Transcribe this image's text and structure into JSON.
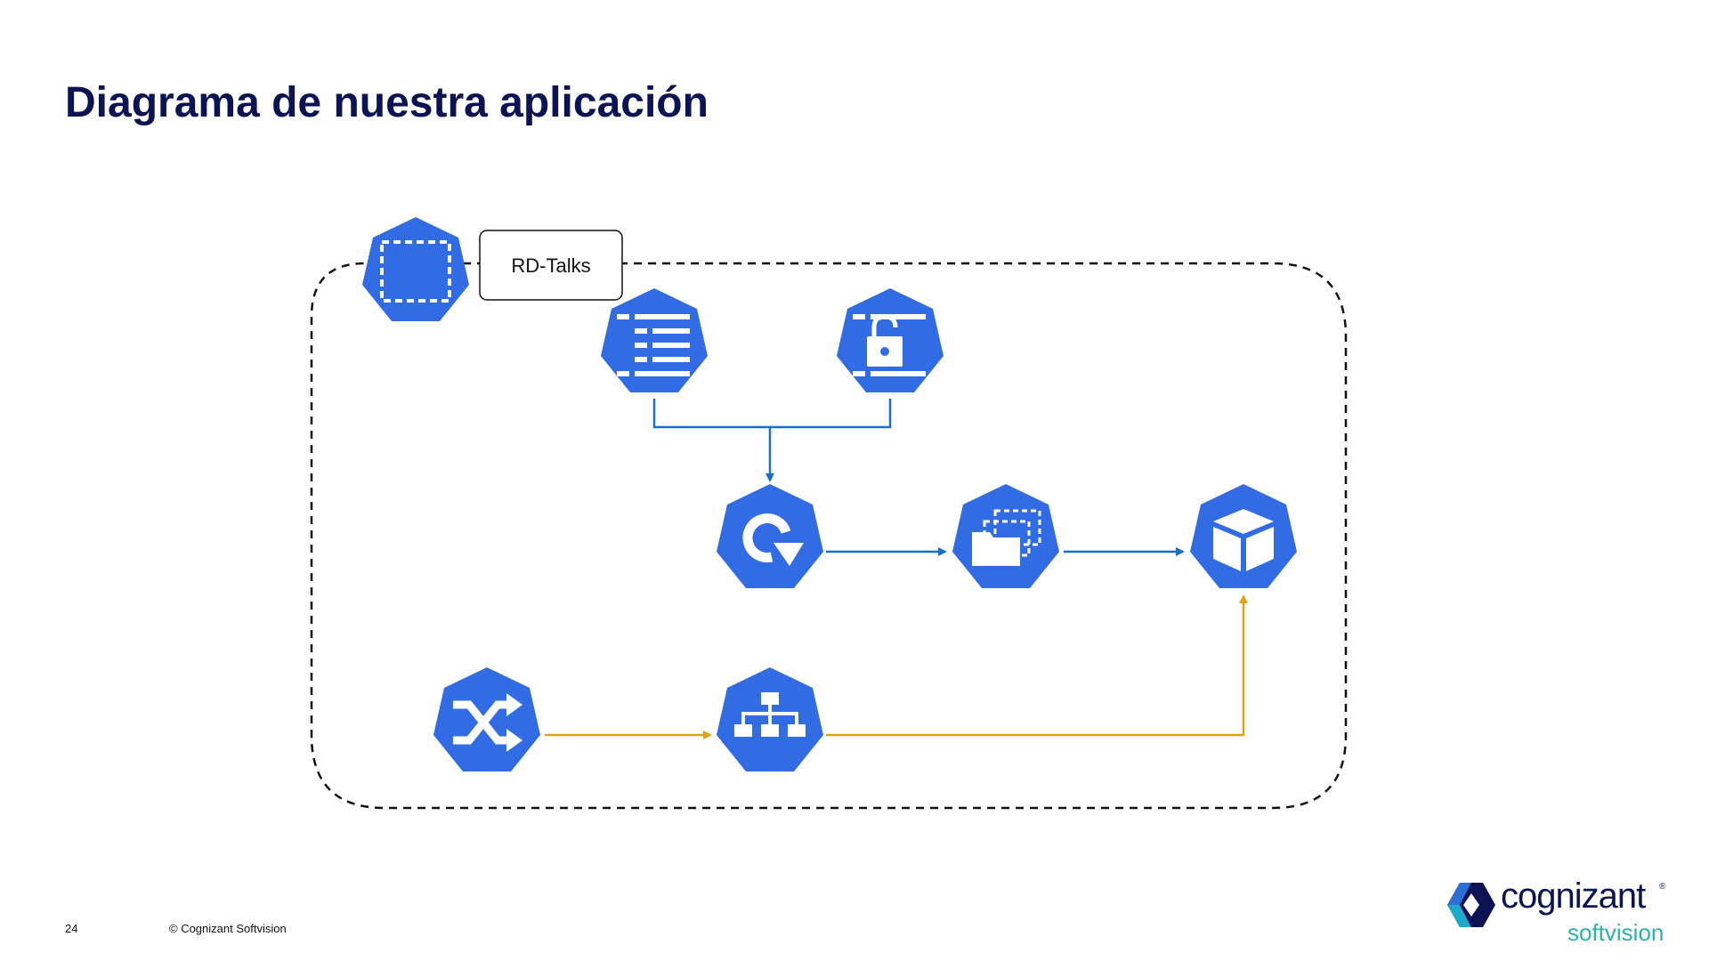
{
  "slide": {
    "title": "Diagrama de nuestra aplicación",
    "page_number": "24",
    "copyright": "© Cognizant Softvision"
  },
  "diagram": {
    "namespace_label": "RD-Talks",
    "colors": {
      "node": "#326ce5",
      "config_flow": "#1a6fc9",
      "network_flow": "#e1a114",
      "boundary": "#111111"
    },
    "nodes": [
      {
        "id": "namespace",
        "icon": "namespace-icon"
      },
      {
        "id": "configmap",
        "icon": "configmap-icon"
      },
      {
        "id": "secret",
        "icon": "secret-icon"
      },
      {
        "id": "deployment",
        "icon": "deployment-icon"
      },
      {
        "id": "replicaset",
        "icon": "replicaset-icon"
      },
      {
        "id": "pod",
        "icon": "pod-icon"
      },
      {
        "id": "ingress",
        "icon": "ingress-icon"
      },
      {
        "id": "service",
        "icon": "service-icon"
      }
    ]
  },
  "logo": {
    "brand": "cognizant",
    "sub": "softvision",
    "colors": {
      "brand": "#0b1354",
      "sub": "#2bb3a6"
    }
  }
}
